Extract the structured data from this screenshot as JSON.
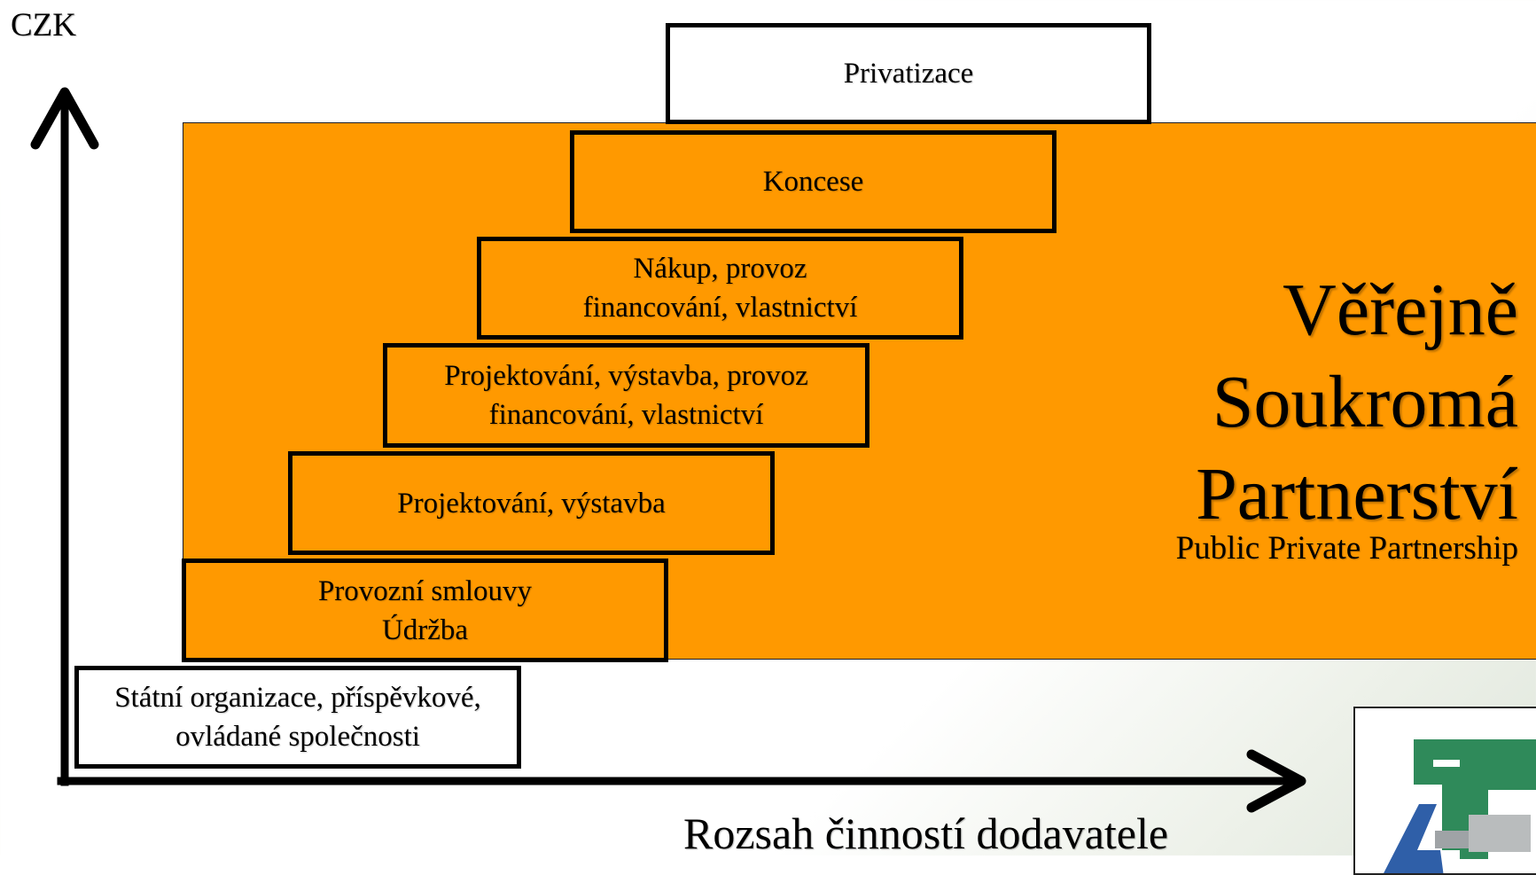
{
  "axes": {
    "y_label": "CZK",
    "x_label": "Rozsah činností dodavatele"
  },
  "steps": {
    "privatizace": {
      "line1": "Privatizace"
    },
    "koncese": {
      "line1": "Koncese"
    },
    "nakup": {
      "line1": "Nákup, provoz",
      "line2": "financování, vlastnictví"
    },
    "projekt_full": {
      "line1": "Projektování, výstavba, provoz",
      "line2": "financování, vlastnictví"
    },
    "projekt": {
      "line1": "Projektování, výstavba"
    },
    "provozni": {
      "line1": "Provozní smlouvy",
      "line2": "Údržba"
    },
    "statni": {
      "line1": "Státní organizace, příspěvkové,",
      "line2": "ovládané společnosti"
    }
  },
  "ppp": {
    "title_lines": [
      "Věřejně",
      "Soukromá",
      "Partnerství"
    ],
    "subtitle": "Public Private Partnership"
  },
  "colors": {
    "orange": "#ff9900",
    "black": "#000000",
    "logo_green": "#2f8a5a",
    "logo_blue": "#2f5fa8"
  },
  "icons": {
    "logo": "ppp-logo-icon"
  }
}
